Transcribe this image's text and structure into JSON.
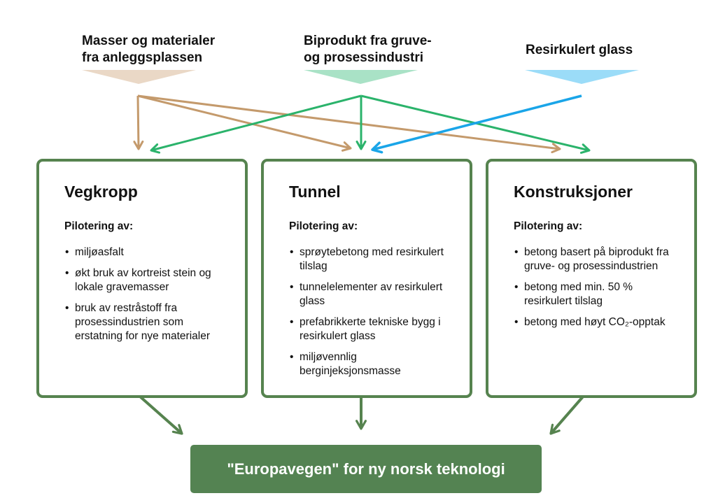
{
  "colors": {
    "tan": "#c49a6c",
    "tan_triangle": "#ead8c6",
    "green": "#2bb36b",
    "green_triangle": "#a9e2c6",
    "blue": "#1aa5e8",
    "blue_triangle": "#9bdcf8",
    "box_border": "#56834f",
    "final_bg": "#548352"
  },
  "sources": [
    {
      "id": "masser",
      "label_line1": "Masser og materialer",
      "label_line2": "fra anleggsplassen",
      "color_key": "tan"
    },
    {
      "id": "biprodukt",
      "label_line1": "Biprodukt fra gruve-",
      "label_line2": "og prosessindustri",
      "color_key": "green"
    },
    {
      "id": "glass",
      "label_line1": "Resirkulert glass",
      "label_line2": "",
      "color_key": "blue"
    }
  ],
  "flows": [
    {
      "from": "masser",
      "to": "vegkropp"
    },
    {
      "from": "masser",
      "to": "tunnel"
    },
    {
      "from": "masser",
      "to": "konstruksjoner"
    },
    {
      "from": "biprodukt",
      "to": "vegkropp"
    },
    {
      "from": "biprodukt",
      "to": "tunnel"
    },
    {
      "from": "biprodukt",
      "to": "konstruksjoner"
    },
    {
      "from": "glass",
      "to": "tunnel"
    }
  ],
  "boxes": [
    {
      "id": "vegkropp",
      "title": "Vegkropp",
      "subtitle": "Pilotering av:",
      "items": [
        "miljøasfalt",
        "økt bruk av kortreist stein og lokale gravemasser",
        "bruk av restråstoff fra prosessindustrien som erstatning for nye materialer"
      ]
    },
    {
      "id": "tunnel",
      "title": "Tunnel",
      "subtitle": "Pilotering av:",
      "items": [
        "sprøytebetong med resirkulert tilslag",
        "tunnelelementer av resirkulert glass",
        "prefabrikkerte tekniske bygg i resirkulert glass",
        "miljøvennlig berginjeksjonsmasse"
      ]
    },
    {
      "id": "konstruksjoner",
      "title": "Konstruksjoner",
      "subtitle": "Pilotering av:",
      "items": [
        "betong basert på biprodukt fra gruve- og prosessindustrien",
        "betong med min. 50 % resirkulert tilslag",
        "betong med høyt CO₂-opptak"
      ]
    }
  ],
  "final": {
    "label": "\"Europavegen\" for ny norsk teknologi"
  }
}
